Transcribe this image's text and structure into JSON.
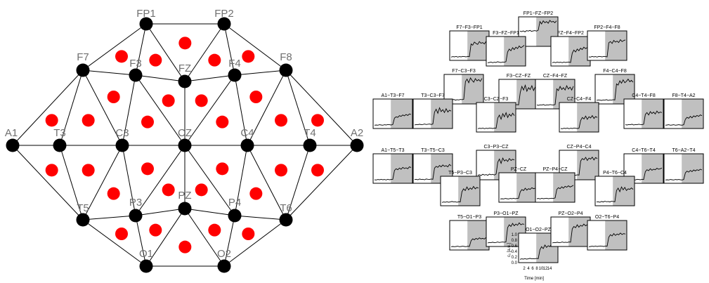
{
  "colors": {
    "electrode": "#000000",
    "triangle_center": "#ff0000",
    "edge": "#000000",
    "label": "#707070",
    "shade": "#c0c0c0",
    "trace": "#000000"
  },
  "electrodes": [
    "FP1",
    "FP2",
    "F7",
    "F3",
    "FZ",
    "F4",
    "F8",
    "A1",
    "T3",
    "C3",
    "CZ",
    "C4",
    "T4",
    "A2",
    "T5",
    "P3",
    "PZ",
    "P4",
    "T6",
    "O1",
    "O2"
  ],
  "triangles": [
    {
      "label": "FP1−FZ−FP2",
      "values": [
        0.55,
        0.53,
        0.56,
        0.52,
        0.57,
        0.55,
        0.58,
        0.54,
        0.56,
        0.57,
        0.55,
        0.59,
        0.95,
        0.85,
        0.98,
        0.9,
        0.95,
        0.88,
        1.0,
        0.93,
        0.96,
        0.9,
        0.98
      ]
    },
    {
      "label": "F7−F3−FP1",
      "values": [
        0.05,
        0.07,
        0.06,
        0.08,
        0.05,
        0.07,
        0.06,
        0.08,
        0.07,
        0.06,
        0.08,
        0.07,
        0.6,
        0.55,
        0.68,
        0.62,
        0.58,
        0.7,
        0.63,
        0.66,
        0.6,
        0.7,
        0.67
      ]
    },
    {
      "label": "F3−FZ−FP1",
      "values": [
        0.05,
        0.06,
        0.08,
        0.05,
        0.07,
        0.06,
        0.09,
        0.07,
        0.06,
        0.08,
        0.07,
        0.09,
        0.5,
        0.62,
        0.55,
        0.68,
        0.6,
        0.7,
        0.64,
        0.75,
        0.68,
        0.72,
        0.78
      ]
    },
    {
      "label": "FZ−F4−FP2",
      "values": [
        0.05,
        0.07,
        0.05,
        0.08,
        0.06,
        0.07,
        0.05,
        0.08,
        0.06,
        0.07,
        0.08,
        0.06,
        0.45,
        0.58,
        0.5,
        0.62,
        0.55,
        0.66,
        0.6,
        0.7,
        0.64,
        0.68,
        0.72
      ]
    },
    {
      "label": "FP2−F4−F8",
      "values": [
        0.06,
        0.05,
        0.08,
        0.06,
        0.07,
        0.05,
        0.08,
        0.07,
        0.06,
        0.08,
        0.07,
        0.06,
        0.65,
        0.7,
        0.62,
        0.75,
        0.68,
        0.72,
        0.66,
        0.78,
        0.7,
        0.74,
        0.77
      ]
    },
    {
      "label": "F7−C3−F3",
      "values": [
        0.08,
        0.06,
        0.09,
        0.07,
        0.08,
        0.1,
        0.07,
        0.09,
        0.08,
        0.1,
        0.09,
        0.11,
        0.85,
        0.95,
        0.8,
        1.0,
        0.9,
        0.82,
        0.97,
        0.88,
        0.93,
        0.86,
        0.98
      ]
    },
    {
      "label": "F3−CZ−FZ",
      "values": [
        0.06,
        0.08,
        0.07,
        0.09,
        0.06,
        0.08,
        0.07,
        0.09,
        0.08,
        0.07,
        0.09,
        0.08,
        0.6,
        0.85,
        0.7,
        0.9,
        0.65,
        0.8,
        0.72,
        0.88,
        0.68,
        0.82,
        0.75
      ]
    },
    {
      "label": "CZ−F4−FZ",
      "values": [
        0.07,
        0.06,
        0.08,
        0.07,
        0.09,
        0.06,
        0.08,
        0.07,
        0.09,
        0.08,
        0.07,
        0.09,
        0.75,
        0.68,
        0.85,
        0.72,
        0.8,
        0.7,
        0.88,
        0.74,
        0.82,
        0.7,
        0.86
      ]
    },
    {
      "label": "F4−C4−F8",
      "values": [
        0.06,
        0.08,
        0.07,
        0.06,
        0.08,
        0.07,
        0.09,
        0.06,
        0.08,
        0.07,
        0.09,
        0.08,
        0.75,
        0.7,
        0.88,
        0.78,
        0.92,
        0.8,
        0.86,
        0.95,
        0.84,
        0.9,
        0.82
      ]
    },
    {
      "label": "A1−T3−F7",
      "values": [
        0.05,
        0.06,
        0.05,
        0.07,
        0.06,
        0.05,
        0.07,
        0.06,
        0.08,
        0.07,
        0.06,
        0.08,
        0.35,
        0.4,
        0.38,
        0.45,
        0.42,
        0.48,
        0.44,
        0.5,
        0.46,
        0.52,
        0.5
      ]
    },
    {
      "label": "T3−C3−F7",
      "values": [
        0.06,
        0.08,
        0.07,
        0.09,
        0.07,
        0.08,
        0.1,
        0.08,
        0.09,
        0.1,
        0.08,
        0.1,
        0.6,
        0.72,
        0.55,
        0.78,
        0.62,
        0.7,
        0.58,
        0.74,
        0.6,
        0.68,
        0.64
      ]
    },
    {
      "label": "C3−CZ−F3",
      "values": [
        0.05,
        0.07,
        0.06,
        0.08,
        0.05,
        0.07,
        0.06,
        0.08,
        0.07,
        0.06,
        0.08,
        0.07,
        0.5,
        0.62,
        0.45,
        0.68,
        0.55,
        0.72,
        0.52,
        0.66,
        0.58,
        0.7,
        0.6
      ]
    },
    {
      "label": "CZ−C4−F4",
      "values": [
        0.06,
        0.05,
        0.07,
        0.06,
        0.08,
        0.05,
        0.07,
        0.06,
        0.08,
        0.07,
        0.06,
        0.07,
        0.4,
        0.52,
        0.46,
        0.58,
        0.44,
        0.55,
        0.5,
        0.6,
        0.48,
        0.56,
        0.52
      ]
    },
    {
      "label": "C4−T4−F8",
      "values": [
        0.07,
        0.06,
        0.08,
        0.07,
        0.09,
        0.06,
        0.08,
        0.07,
        0.09,
        0.08,
        0.07,
        0.09,
        0.5,
        0.58,
        0.48,
        0.62,
        0.54,
        0.6,
        0.52,
        0.64,
        0.56,
        0.6,
        0.58
      ]
    },
    {
      "label": "F8−T4−A2",
      "values": [
        0.05,
        0.06,
        0.07,
        0.05,
        0.06,
        0.07,
        0.05,
        0.06,
        0.07,
        0.06,
        0.05,
        0.07,
        0.3,
        0.38,
        0.34,
        0.42,
        0.36,
        0.44,
        0.4,
        0.46,
        0.42,
        0.48,
        0.45
      ]
    },
    {
      "label": "A1−T5−T3",
      "values": [
        0.06,
        0.05,
        0.07,
        0.06,
        0.08,
        0.06,
        0.07,
        0.05,
        0.08,
        0.06,
        0.07,
        0.08,
        0.45,
        0.52,
        0.48,
        0.55,
        0.5,
        0.58,
        0.53,
        0.56,
        0.52,
        0.6,
        0.57
      ]
    },
    {
      "label": "T3−T5−C3",
      "values": [
        0.07,
        0.08,
        0.06,
        0.09,
        0.07,
        0.08,
        0.06,
        0.09,
        0.08,
        0.07,
        0.09,
        0.08,
        0.55,
        0.62,
        0.58,
        0.66,
        0.6,
        0.68,
        0.62,
        0.65,
        0.6,
        0.7,
        0.64
      ]
    },
    {
      "label": "C3−P3−CZ",
      "values": [
        0.1,
        0.12,
        0.09,
        0.14,
        0.11,
        0.13,
        0.1,
        0.15,
        0.12,
        0.14,
        0.11,
        0.15,
        0.65,
        0.78,
        0.6,
        0.82,
        0.7,
        0.75,
        0.68,
        0.8,
        0.72,
        0.77,
        0.74
      ]
    },
    {
      "label": "CZ−P4−C4",
      "values": [
        0.08,
        0.1,
        0.09,
        0.11,
        0.08,
        0.1,
        0.12,
        0.09,
        0.11,
        0.1,
        0.12,
        0.11,
        0.7,
        0.8,
        0.75,
        0.85,
        0.72,
        0.82,
        0.78,
        0.86,
        0.74,
        0.84,
        0.8
      ]
    },
    {
      "label": "C4−T6−T4",
      "values": [
        0.06,
        0.07,
        0.05,
        0.08,
        0.06,
        0.07,
        0.05,
        0.08,
        0.07,
        0.06,
        0.08,
        0.07,
        0.4,
        0.48,
        0.44,
        0.52,
        0.46,
        0.5,
        0.48,
        0.54,
        0.5,
        0.52,
        0.55
      ]
    },
    {
      "label": "T6−A2−T4",
      "values": [
        0.05,
        0.06,
        0.05,
        0.07,
        0.06,
        0.05,
        0.07,
        0.06,
        0.07,
        0.06,
        0.05,
        0.07,
        0.35,
        0.42,
        0.38,
        0.45,
        0.4,
        0.47,
        0.43,
        0.48,
        0.45,
        0.5,
        0.47
      ]
    },
    {
      "label": "T5−P3−C3",
      "values": [
        0.05,
        0.07,
        0.06,
        0.08,
        0.06,
        0.07,
        0.09,
        0.07,
        0.08,
        0.06,
        0.08,
        0.07,
        0.5,
        0.62,
        0.55,
        0.7,
        0.58,
        0.66,
        0.6,
        0.72,
        0.62,
        0.68,
        0.65
      ]
    },
    {
      "label": "PZ−CZ",
      "values": [
        0.05,
        0.06,
        0.05,
        0.07,
        0.06,
        0.05,
        0.07,
        0.06,
        0.08,
        0.06,
        0.07,
        0.08,
        0.35,
        0.44,
        0.4,
        0.5,
        0.42,
        0.48,
        0.45,
        0.52,
        0.48,
        0.5,
        0.54
      ]
    },
    {
      "label": "PZ−P4−CZ",
      "values": [
        0.06,
        0.07,
        0.05,
        0.08,
        0.06,
        0.07,
        0.08,
        0.06,
        0.07,
        0.08,
        0.07,
        0.09,
        0.45,
        0.52,
        0.48,
        0.56,
        0.5,
        0.58,
        0.54,
        0.6,
        0.55,
        0.58,
        0.62
      ]
    },
    {
      "label": "P4−T6−C4",
      "values": [
        0.07,
        0.08,
        0.06,
        0.09,
        0.07,
        0.1,
        0.08,
        0.09,
        0.07,
        0.1,
        0.09,
        0.08,
        0.55,
        0.65,
        0.5,
        0.7,
        0.58,
        0.68,
        0.55,
        0.62,
        0.6,
        0.66,
        0.6
      ]
    },
    {
      "label": "T5−O1−P3",
      "values": [
        0.05,
        0.06,
        0.05,
        0.06,
        0.07,
        0.05,
        0.06,
        0.07,
        0.06,
        0.05,
        0.07,
        0.06,
        0.3,
        0.38,
        0.34,
        0.4,
        0.36,
        0.42,
        0.38,
        0.4,
        0.37,
        0.43,
        0.4
      ]
    },
    {
      "label": "P3−O1−PZ",
      "values": [
        0.06,
        0.08,
        0.07,
        0.09,
        0.07,
        0.08,
        0.1,
        0.08,
        0.09,
        0.1,
        0.09,
        0.1,
        0.7,
        0.82,
        0.75,
        0.88,
        0.78,
        0.85,
        0.8,
        0.9,
        0.82,
        0.86,
        0.84
      ]
    },
    {
      "label": "O1−O2−PZ",
      "values": [
        0.05,
        0.07,
        0.06,
        0.08,
        0.06,
        0.07,
        0.09,
        0.07,
        0.08,
        0.07,
        0.09,
        0.08,
        0.45,
        0.58,
        0.5,
        0.65,
        0.55,
        0.62,
        0.58,
        0.7,
        0.6,
        0.66,
        0.64
      ]
    },
    {
      "label": "PZ−O2−P4",
      "values": [
        0.06,
        0.08,
        0.07,
        0.09,
        0.07,
        0.08,
        0.1,
        0.08,
        0.09,
        0.08,
        0.1,
        0.09,
        0.65,
        0.75,
        0.7,
        0.82,
        0.72,
        0.8,
        0.76,
        0.85,
        0.78,
        0.82,
        0.8
      ]
    },
    {
      "label": "O2−T6−P4",
      "values": [
        0.05,
        0.06,
        0.07,
        0.06,
        0.08,
        0.06,
        0.07,
        0.08,
        0.07,
        0.06,
        0.08,
        0.07,
        0.45,
        0.55,
        0.5,
        0.6,
        0.52,
        0.58,
        0.55,
        0.62,
        0.56,
        0.6,
        0.58
      ]
    }
  ],
  "axes": {
    "ylabel": "c₁ [a.u.]",
    "yticks": [
      "1.0",
      "0.8",
      "0.6",
      "0.4",
      "0.2",
      "0.0"
    ],
    "xticks": [
      "2",
      "4",
      "6",
      "8",
      "10",
      "12",
      "14"
    ],
    "xlabel": "Time [min]"
  }
}
